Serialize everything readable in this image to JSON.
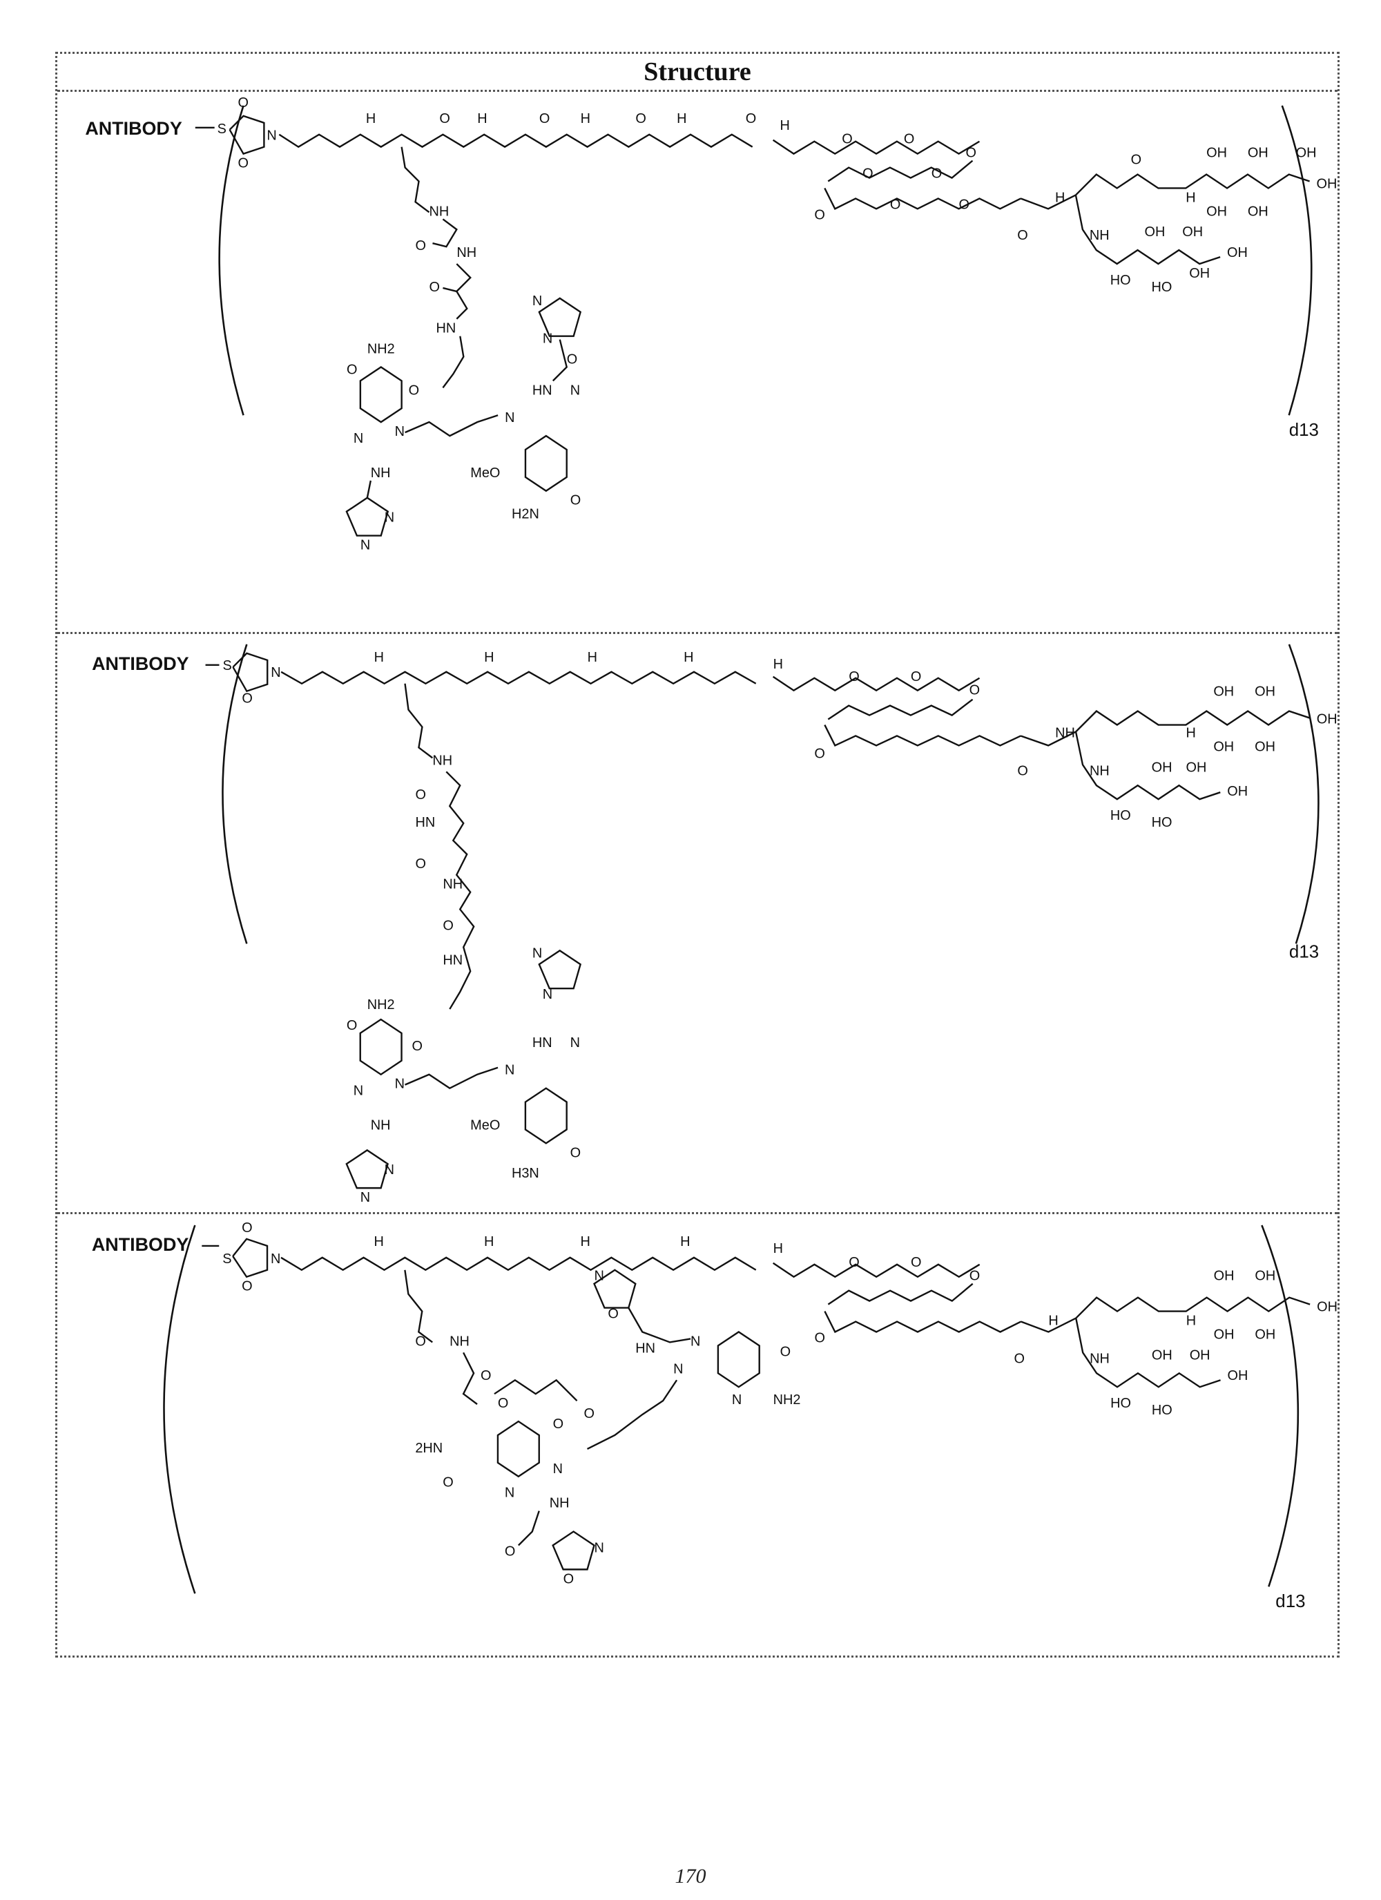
{
  "header": {
    "title": "Structure"
  },
  "structures": [
    {
      "antibody": "ANTIBODY",
      "subscript": "d13",
      "atoms": {
        "s": "S",
        "n": "N",
        "nh": "NH",
        "h": "H",
        "hn": "HN",
        "o": "O",
        "oh": "OH",
        "ho": "HO",
        "nh2": "NH2",
        "h2n": "H2N",
        "meo": "MeO",
        "n2": "N"
      }
    },
    {
      "antibody": "ANTIBODY",
      "subscript": "d13",
      "atoms": {
        "s": "S",
        "n": "N",
        "nh": "NH",
        "h": "H",
        "hn": "HN",
        "o": "O",
        "oh": "OH",
        "ho": "HO",
        "nh2": "NH2",
        "h2n": "H3N",
        "meo": "MeO",
        "n2": "N"
      }
    },
    {
      "antibody": "ANTIBODY",
      "subscript": "d13",
      "atoms": {
        "s": "S",
        "n": "N",
        "nh": "NH",
        "h": "H",
        "hn": "HN",
        "o": "O",
        "oh": "OH",
        "ho": "HO",
        "nh2": "NH2",
        "h2n": "2HN",
        "n2": "N"
      }
    }
  ],
  "footer": {
    "page": "170"
  }
}
